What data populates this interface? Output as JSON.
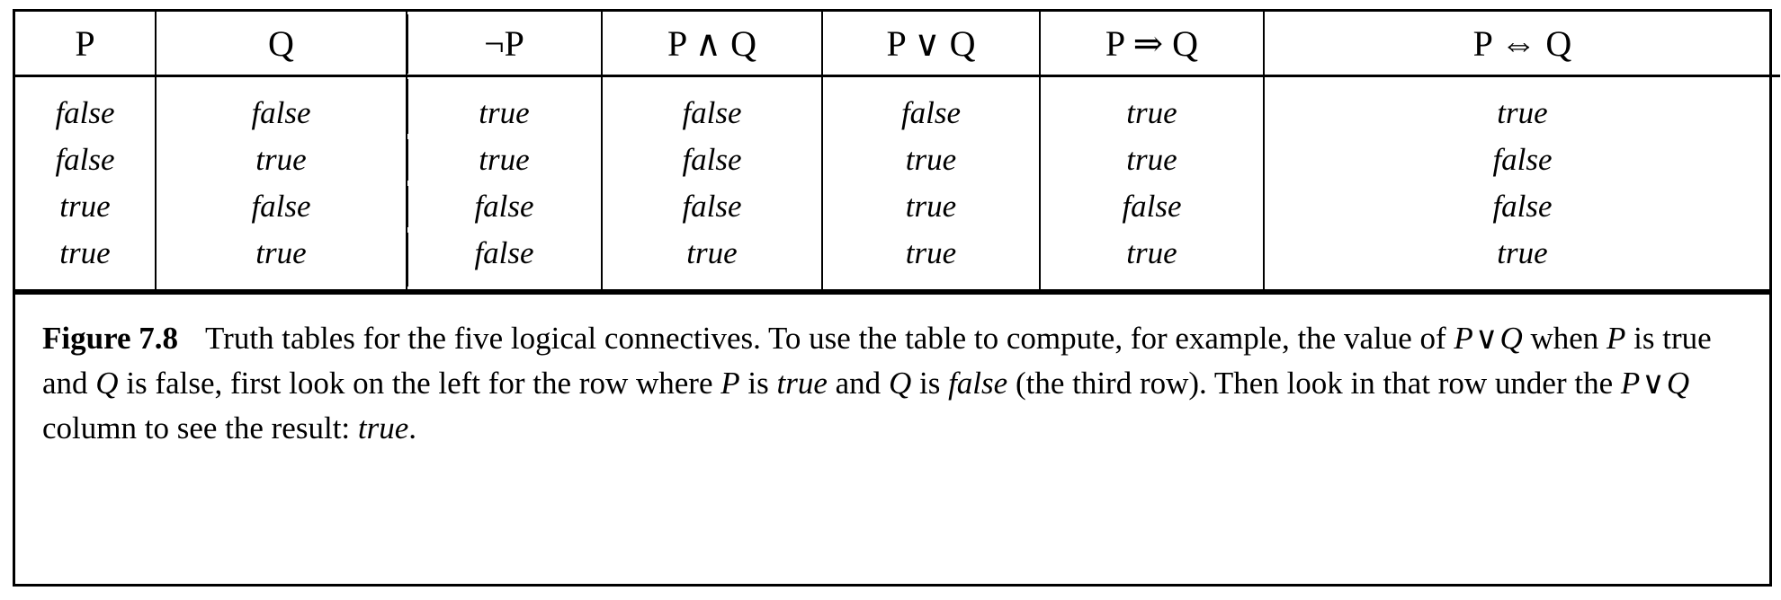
{
  "figure": {
    "label": "Figure 7.8",
    "caption_parts": {
      "s1": "Truth tables for the five logical connectives. To use the table to compute, for example, the value of ",
      "m1_p": "P",
      "m1_op": "∨",
      "m1_q": "Q",
      "s2": " when ",
      "m2": "P",
      "s3": " is true and ",
      "m3": "Q",
      "s4": " is false, first look on the left for the row where ",
      "m4": "P",
      "s5": " is ",
      "it1": "true",
      "s6": " and ",
      "m5": "Q",
      "s7": " is ",
      "it2": "false",
      "s8": " (the third row). Then look in that row under the ",
      "m6_p": "P",
      "m6_op": "∨",
      "m6_q": "Q",
      "s9": " column to see the result: ",
      "it3": "true",
      "s10": "."
    }
  },
  "table": {
    "headers": [
      {
        "id": "p",
        "text": "P"
      },
      {
        "id": "q",
        "text": "Q"
      },
      {
        "id": "np",
        "text": "¬P"
      },
      {
        "id": "and",
        "text": "P ∧ Q"
      },
      {
        "id": "or",
        "text": "P ∨ Q"
      },
      {
        "id": "imp",
        "text": "P ⇒ Q"
      },
      {
        "id": "iff",
        "text": "P ⇔ Q"
      }
    ],
    "rows": [
      [
        "false",
        "false",
        "true",
        "false",
        "false",
        "true",
        "true"
      ],
      [
        "false",
        "true",
        "true",
        "false",
        "true",
        "true",
        "false"
      ],
      [
        "true",
        "false",
        "false",
        "false",
        "true",
        "false",
        "false"
      ],
      [
        "true",
        "true",
        "false",
        "true",
        "true",
        "true",
        "true"
      ]
    ]
  }
}
